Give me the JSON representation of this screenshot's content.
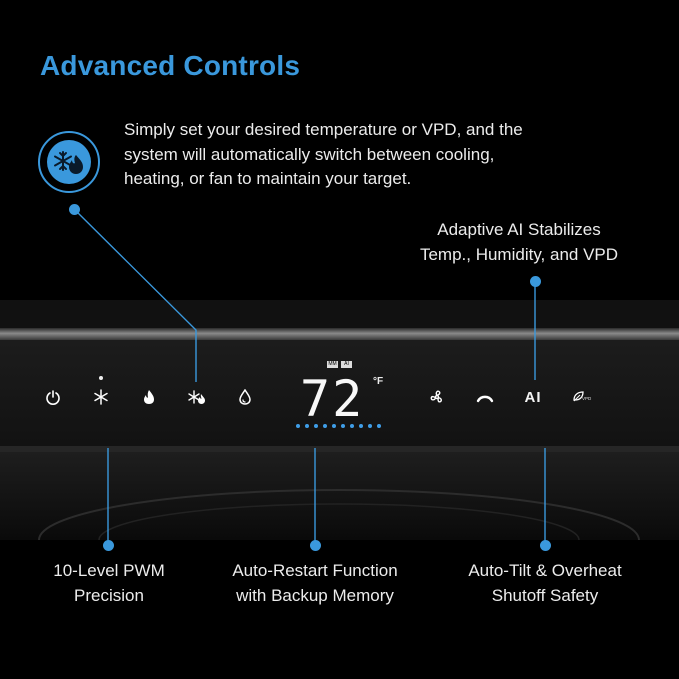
{
  "title": "Advanced Controls",
  "description": [
    "Simply set your desired temperature or VPD, and the",
    "system will automatically switch between cooling,",
    "heating, or fan to maintain your target."
  ],
  "callouts": {
    "adaptive_ai": [
      "Adaptive AI Stabilizes",
      "Temp., Humidity, and VPD"
    ],
    "pwm": [
      "10-Level PWM",
      "Precision"
    ],
    "restart": [
      "Auto-Restart Function",
      "with Backup Memory"
    ],
    "tilt": [
      "Auto-Tilt & Overheat",
      "Shutoff Safety"
    ]
  },
  "display": {
    "temperature": "72",
    "unit": "°F",
    "badges": [
      "MM",
      "AI"
    ],
    "fan_levels": 10,
    "ai_label": "AI",
    "vpd_label": "VPD"
  },
  "colors": {
    "accent": "#3a98dc",
    "background": "#000000",
    "text": "#ececec"
  },
  "icons": {
    "mode_badge": "snowflake-flame-icon",
    "controls": [
      "power-icon",
      "snowflake-icon",
      "flame-icon",
      "auto-mode-icon",
      "droplet-icon",
      "fan-icon",
      "swing-icon",
      "ai-icon",
      "vpd-leaf-icon"
    ]
  }
}
